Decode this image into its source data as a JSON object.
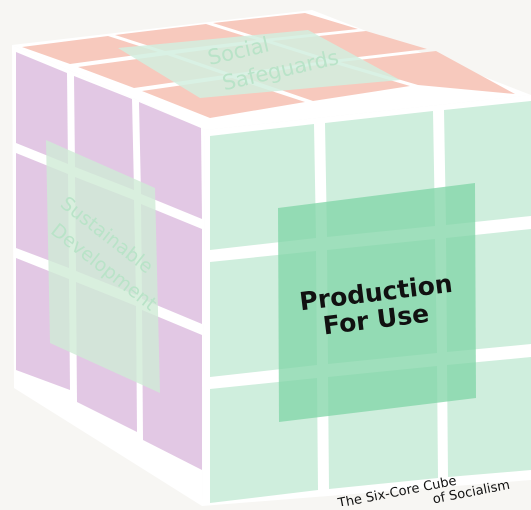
{
  "faces": {
    "front": {
      "label_line1": "Production",
      "label_line2": "For Use"
    },
    "top": {
      "label_line1": "Social",
      "label_line2": "Safeguards"
    },
    "left": {
      "label_line1": "Sustainable",
      "label_line2": "Development"
    }
  },
  "caption": {
    "line1": "The Six-Core Cube",
    "line2": "of Socialism"
  },
  "colors": {
    "background": "#f7f6f3",
    "front_tile": "#cfeedd",
    "front_highlight": "#7fd4a6",
    "top_tile": "#f7c9bd",
    "top_highlight": "#d2efdf",
    "left_tile": "#e2c8e4",
    "left_highlight": "#cfebd6",
    "gridline": "#ffffff",
    "label_dark": "#111111",
    "label_muted": "#b9e3c8"
  }
}
